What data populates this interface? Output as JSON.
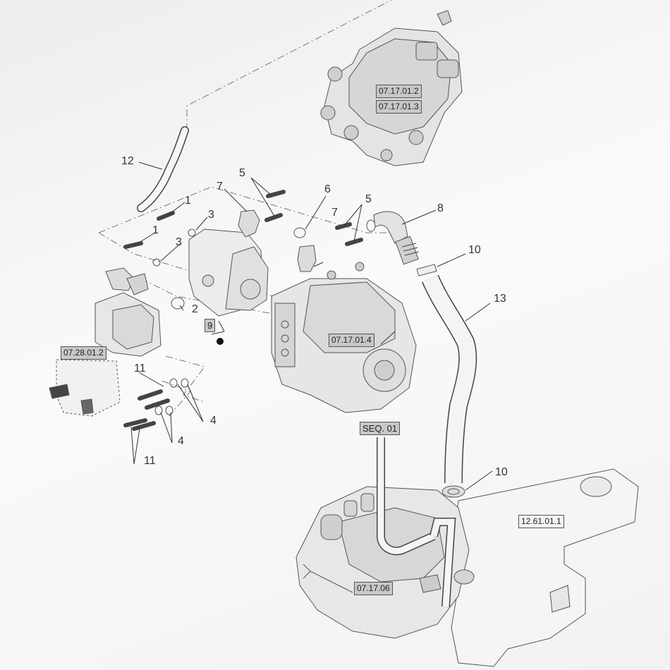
{
  "callouts": {
    "c1a": "1",
    "c1b": "1",
    "c2": "2",
    "c3a": "3",
    "c3b": "3",
    "c4a": "4",
    "c4b": "4",
    "c5a": "5",
    "c5b": "5",
    "c6": "6",
    "c7a": "7",
    "c7b": "7",
    "c8": "8",
    "c9": "9",
    "c10a": "10",
    "c10b": "10",
    "c11a": "11",
    "c11b": "11",
    "c12": "12",
    "c13": "13"
  },
  "references": {
    "r1": "07.17.01.2",
    "r2": "07.17.01.3",
    "r3": "07.17.01.4",
    "r4": "07.28.01.2",
    "r5": "SEQ. 01",
    "r6": "12.61.01.1",
    "r7": "07.17.06"
  }
}
